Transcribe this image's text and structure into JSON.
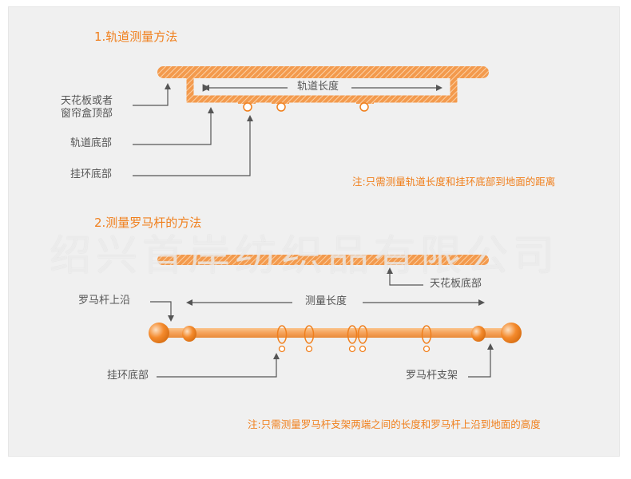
{
  "section1": {
    "title": "1.轨道测量方法",
    "label_ceiling_line1": "天花板或者",
    "label_ceiling_line2": "窗帘盒顶部",
    "label_track_bottom": "轨道底部",
    "label_ring_bottom": "挂环底部",
    "track_length": "轨道长度",
    "note": "注:只需测量轨道长度和挂环底部到地面的距离"
  },
  "section2": {
    "title": "2.测量罗马杆的方法",
    "label_ceiling_bottom": "天花板底部",
    "label_rod_top_edge": "罗马杆上沿",
    "measure_length": "测量长度",
    "label_ring_bottom": "挂环底部",
    "label_bracket": "罗马杆支架",
    "note": "注:只需测量罗马杆支架两端之间的长度和罗马杆上沿到地面的高度"
  },
  "watermark": "绍兴首岸纺织品有限公司",
  "colors": {
    "accent": "#f07f1c",
    "rod": "#f5a25a",
    "ball": "#f48a2c",
    "line": "#555555",
    "panel": "#f0f0f0"
  }
}
